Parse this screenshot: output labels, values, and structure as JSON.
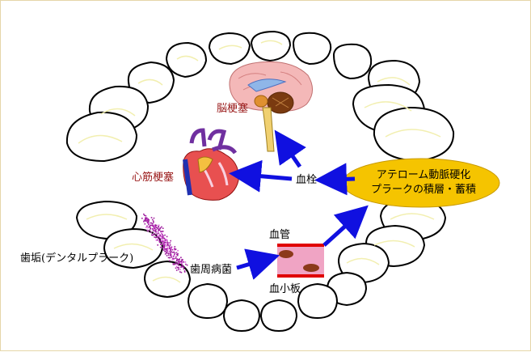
{
  "labels": {
    "brain_infarction": "脳梗塞",
    "myocardial_infarction": "心筋梗塞",
    "thrombus": "血栓",
    "atherosclerosis_line1": "アテローム動脈硬化",
    "atherosclerosis_line2": "プラークの積層・蓄積",
    "blood_vessel": "血管",
    "platelet": "血小板",
    "periodontal_bacteria": "歯周病菌",
    "dental_plaque": "歯垢(デンタルプラーク)"
  },
  "colors": {
    "frame": "#e6d6a8",
    "arrow": "#1010e0",
    "athero_ellipse": "#f5c400",
    "label_red": "#9a1a1a",
    "vessel_pink": "#f0a4c4",
    "vessel_wall": "#e00000",
    "platelet": "#8b3a1a",
    "plaque_dots": "#a020a0"
  },
  "icons": [
    "brain-icon",
    "heart-icon",
    "blood-vessel-icon",
    "dental-plaque-icon",
    "teeth-arch-illustration"
  ]
}
